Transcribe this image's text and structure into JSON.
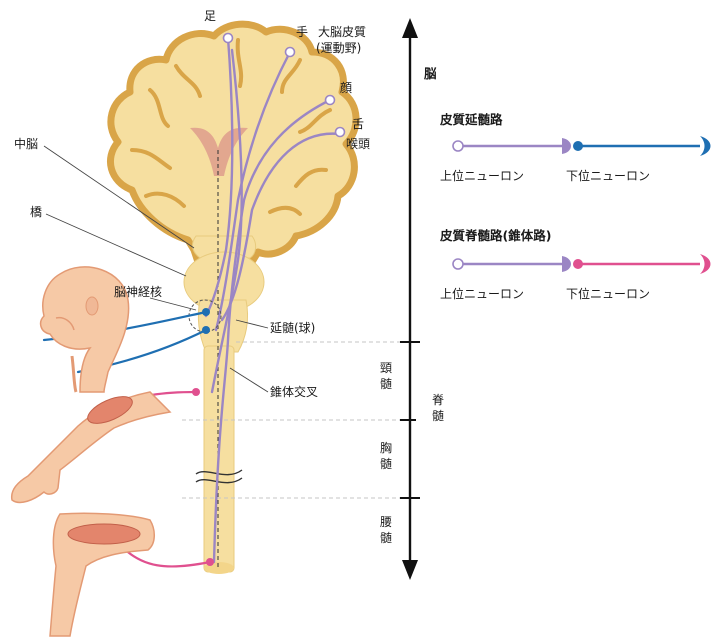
{
  "labels": {
    "foot": "足",
    "hand": "手",
    "cortex_line1": "大脳皮質",
    "cortex_line2": "(運動野)",
    "jaw": "顔",
    "tongue": "舌",
    "larynx": "喉頭",
    "midbrain": "中脳",
    "pons": "橋",
    "cranial_nuclei": "脳神経核",
    "medulla": "延髄(球)",
    "decussation": "錐体交叉"
  },
  "axis": {
    "brain": "脳",
    "spinal": "脊髄",
    "cervical": "頸髄",
    "thoracic": "胸髄",
    "lumbar": "腰髄"
  },
  "legend": {
    "bulbar_title": "皮質延髄路",
    "spinal_title": "皮質脊髄路(錐体路)",
    "upper_neuron": "上位ニューロン",
    "lower_neuron": "下位ニューロン"
  },
  "colors": {
    "upper_neuron": "#9b86c4",
    "bulbar_lower_neuron": "#1f6fb2",
    "spinal_lower_neuron": "#e0508f",
    "brain_fill": "#f6dfa0",
    "brain_stroke": "#d9a548",
    "ventricle": "#e2a78f",
    "skin": "#f6c9a6",
    "skin_stroke": "#e39a74",
    "muscle": "#e3856c"
  }
}
